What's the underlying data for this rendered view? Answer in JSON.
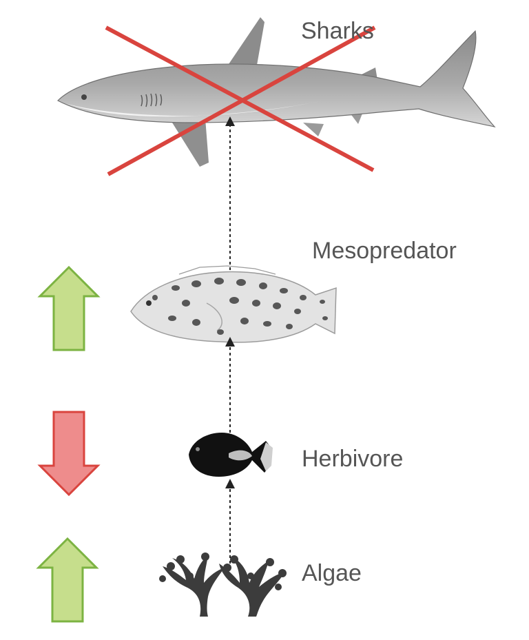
{
  "labels": {
    "sharks": "Sharks",
    "mesopredator": "Mesopredator",
    "herbivore": "Herbivore",
    "algae": "Algae"
  },
  "trophic_levels": [
    {
      "name": "Sharks",
      "status": "removed",
      "marker": "red-x"
    },
    {
      "name": "Mesopredator",
      "trend": "increase",
      "arrow": "green-up"
    },
    {
      "name": "Herbivore",
      "trend": "decrease",
      "arrow": "red-down"
    },
    {
      "name": "Algae",
      "trend": "increase",
      "arrow": "green-up"
    }
  ],
  "colors": {
    "cross": "#d9443e",
    "up_fill": "#c6de8c",
    "up_stroke": "#7cb342",
    "down_fill": "#ee8c8c",
    "down_stroke": "#d9443e",
    "label": "#555555",
    "connector": "#222222"
  },
  "icons": [
    "shark-icon",
    "grouper-icon",
    "surgeonfish-icon",
    "algae-icon"
  ]
}
